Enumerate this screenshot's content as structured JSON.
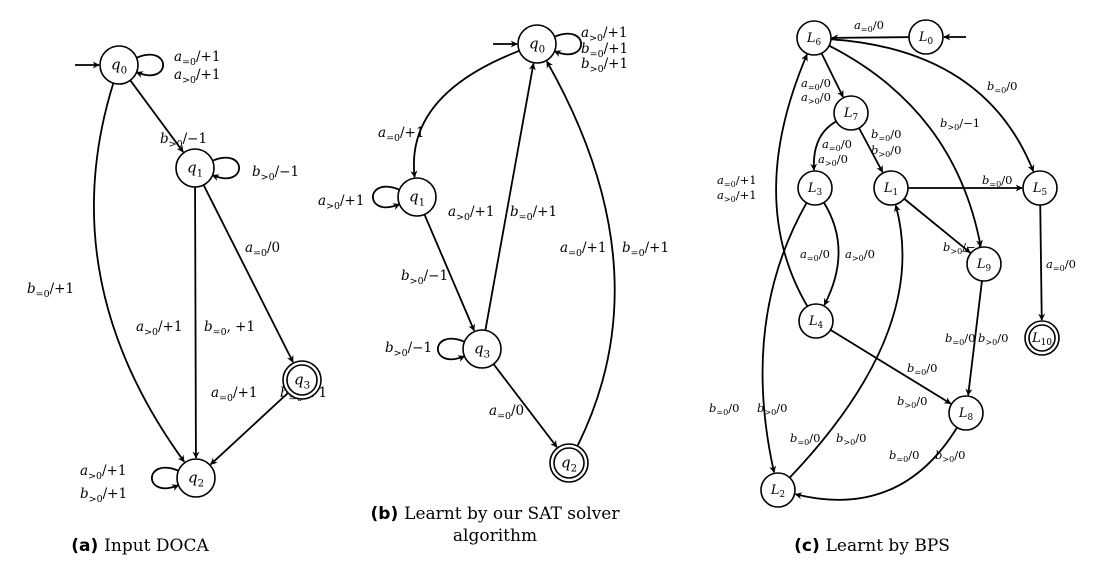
{
  "panels": [
    {
      "id": "a",
      "caption_tag": "(a)",
      "caption_lines": [
        "Input DOCA"
      ],
      "nodes": [
        {
          "id": "q0",
          "name": "q",
          "sub": "0",
          "accepting": false,
          "initial": true
        },
        {
          "id": "q1",
          "name": "q",
          "sub": "1",
          "accepting": false
        },
        {
          "id": "q3",
          "name": "q",
          "sub": "3",
          "accepting": true
        },
        {
          "id": "q2",
          "name": "q",
          "sub": "2",
          "accepting": false
        }
      ],
      "edges": [
        {
          "id": "a-q0-q0",
          "from": "q0",
          "to": "q0",
          "labels": [
            "a_{=0}/+1",
            "a_{>0}/+1"
          ]
        },
        {
          "id": "a-q0-q1",
          "from": "q0",
          "to": "q1",
          "labels": [
            "b_{>0}/−1"
          ]
        },
        {
          "id": "a-q1-q1",
          "from": "q1",
          "to": "q1",
          "labels": [
            "b_{>0}/−1"
          ]
        },
        {
          "id": "a-q1-q3",
          "from": "q1",
          "to": "q3",
          "labels": [
            "a_{=0}/0"
          ]
        },
        {
          "id": "a-q1-q2",
          "from": "q1",
          "to": "q2",
          "labels": [
            "a_{>0}/+1",
            "b_{=0}, +1"
          ]
        },
        {
          "id": "a-q0-q2",
          "from": "q0",
          "to": "q2",
          "labels": [
            "b_{=0}/+1"
          ]
        },
        {
          "id": "a-q3-q2",
          "from": "q3",
          "to": "q2",
          "labels": [
            "a_{=0}/+1",
            "b_{=0}/+1"
          ]
        },
        {
          "id": "a-q2-q2",
          "from": "q2",
          "to": "q2",
          "labels": [
            "a_{>0}/+1",
            "b_{>0}/+1"
          ]
        }
      ]
    },
    {
      "id": "b",
      "caption_tag": "(b)",
      "caption_lines": [
        "Learnt by our SAT solver",
        "algorithm"
      ],
      "nodes": [
        {
          "id": "q0",
          "name": "q",
          "sub": "0",
          "accepting": false,
          "initial": true
        },
        {
          "id": "q1",
          "name": "q",
          "sub": "1",
          "accepting": false
        },
        {
          "id": "q3",
          "name": "q",
          "sub": "3",
          "accepting": false
        },
        {
          "id": "q2",
          "name": "q",
          "sub": "2",
          "accepting": true
        }
      ],
      "edges": [
        {
          "id": "b-q0-q0",
          "from": "q0",
          "to": "q0",
          "labels": [
            "a_{>0}/+1",
            "b_{=0}/+1",
            "b_{>0}/+1"
          ]
        },
        {
          "id": "b-q0-q1",
          "from": "q0",
          "to": "q1",
          "labels": [
            "a_{=0}/+1"
          ]
        },
        {
          "id": "b-q1-q1",
          "from": "q1",
          "to": "q1",
          "labels": [
            "a_{>0}/+1"
          ]
        },
        {
          "id": "b-q1-q3",
          "from": "q1",
          "to": "q3",
          "labels": [
            "b_{>0}/−1"
          ]
        },
        {
          "id": "b-q3-q0",
          "from": "q3",
          "to": "q0",
          "labels": [
            "a_{>0}/+1",
            "b_{=0}/+1"
          ]
        },
        {
          "id": "b-q3-q3",
          "from": "q3",
          "to": "q3",
          "labels": [
            "b_{>0}/−1"
          ]
        },
        {
          "id": "b-q3-q2",
          "from": "q3",
          "to": "q2",
          "labels": [
            "a_{=0}/0"
          ]
        },
        {
          "id": "b-q2-q0",
          "from": "q2",
          "to": "q0",
          "labels": [
            "a_{=0}/+1",
            "b_{=0}/+1"
          ]
        }
      ]
    },
    {
      "id": "c",
      "caption_tag": "(c)",
      "caption_lines": [
        "Learnt by BPS"
      ],
      "nodes": [
        {
          "id": "L0",
          "name": "L",
          "sub": "0",
          "accepting": false,
          "initial": true
        },
        {
          "id": "L6",
          "name": "L",
          "sub": "6",
          "accepting": false
        },
        {
          "id": "L7",
          "name": "L",
          "sub": "7",
          "accepting": false
        },
        {
          "id": "L3",
          "name": "L",
          "sub": "3",
          "accepting": false
        },
        {
          "id": "L1",
          "name": "L",
          "sub": "1",
          "accepting": false
        },
        {
          "id": "L5",
          "name": "L",
          "sub": "5",
          "accepting": false
        },
        {
          "id": "L9",
          "name": "L",
          "sub": "9",
          "accepting": false
        },
        {
          "id": "L4",
          "name": "L",
          "sub": "4",
          "accepting": false
        },
        {
          "id": "L10",
          "name": "L",
          "sub": "10",
          "accepting": true
        },
        {
          "id": "L8",
          "name": "L",
          "sub": "8",
          "accepting": false
        },
        {
          "id": "L2",
          "name": "L",
          "sub": "2",
          "accepting": false
        }
      ],
      "edges": [
        {
          "id": "c-L0-L6",
          "from": "L0",
          "to": "L6",
          "labels": [
            "a_{=0}/0"
          ]
        },
        {
          "id": "c-L6-L7",
          "from": "L6",
          "to": "L7",
          "labels": [
            "a_{=0}/0",
            "a_{>0}/0"
          ]
        },
        {
          "id": "c-L6-L5",
          "from": "L6",
          "to": "L5",
          "labels": [
            "b_{=0}/0"
          ]
        },
        {
          "id": "c-L6-L9",
          "from": "L6",
          "to": "L9",
          "labels": [
            "b_{>0}/−1"
          ]
        },
        {
          "id": "c-L7-L3",
          "from": "L7",
          "to": "L3",
          "labels": [
            "a_{=0}/0",
            "a_{>0}/0"
          ]
        },
        {
          "id": "c-L7-L1",
          "from": "L7",
          "to": "L1",
          "labels": [
            "b_{=0}/0",
            "b_{>0}/0"
          ]
        },
        {
          "id": "c-L4-L6",
          "from": "L4",
          "to": "L6",
          "labels": [
            "a_{=0}/+1",
            "a_{>0}/+1"
          ]
        },
        {
          "id": "c-L3-L4",
          "from": "L3",
          "to": "L4",
          "labels": [
            "a_{=0}/0",
            "a_{>0}/0"
          ]
        },
        {
          "id": "c-L3-L2",
          "from": "L3",
          "to": "L2",
          "labels": [
            "b_{=0}/0",
            "b_{>0}/0"
          ]
        },
        {
          "id": "c-L1-L5",
          "from": "L1",
          "to": "L5",
          "labels": [
            "b_{=0}/0"
          ]
        },
        {
          "id": "c-L1-L9",
          "from": "L1",
          "to": "L9",
          "labels": [
            "b_{>0}/−1"
          ]
        },
        {
          "id": "c-L5-L10",
          "from": "L5",
          "to": "L10",
          "labels": [
            "a_{=0}/0"
          ]
        },
        {
          "id": "c-L9-L8",
          "from": "L9",
          "to": "L8",
          "labels": [
            "b_{=0}/0",
            "b_{>0}/0"
          ]
        },
        {
          "id": "c-L4-L8",
          "from": "L4",
          "to": "L8",
          "labels": [
            "b_{=0}/0",
            "b_{>0}/0"
          ]
        },
        {
          "id": "c-L8-L2",
          "from": "L8",
          "to": "L2",
          "labels": [
            "b_{=0}/0",
            "b_{>0}/0"
          ]
        },
        {
          "id": "c-L2-L1",
          "from": "L2",
          "to": "L1",
          "labels": [
            "b_{=0}/0",
            "b_{>0}/0"
          ]
        }
      ]
    }
  ]
}
